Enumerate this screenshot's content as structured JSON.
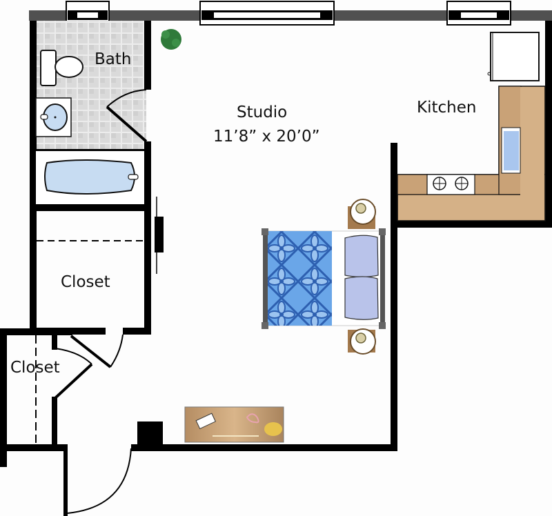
{
  "plan": {
    "type": "studio floor plan",
    "rooms": [
      {
        "id": "studio",
        "name": "Studio",
        "dimensions": "11’8” x 20’0”"
      },
      {
        "id": "kitchen",
        "name": "Kitchen"
      },
      {
        "id": "bath",
        "name": "Bath"
      },
      {
        "id": "closet-1",
        "name": "Closet"
      },
      {
        "id": "closet-2",
        "name": "Closet"
      }
    ],
    "fixtures": [
      "toilet-icon",
      "sink-icon",
      "bathtub-icon",
      "refrigerator-icon",
      "stove-icon",
      "kitchen-sink-icon",
      "bed-icon",
      "nightstand-icon",
      "desk-icon",
      "plant-icon"
    ],
    "colors": {
      "wall": "#000000",
      "exterior_wall": "#505050",
      "tile": "#d9d9d9",
      "countertop": "#c9a277",
      "fixture_blue": "#c7dcf2",
      "bedspread": "#4a8fd6",
      "pillow": "#b9c3ea",
      "plant": "#2f7a3a"
    }
  }
}
